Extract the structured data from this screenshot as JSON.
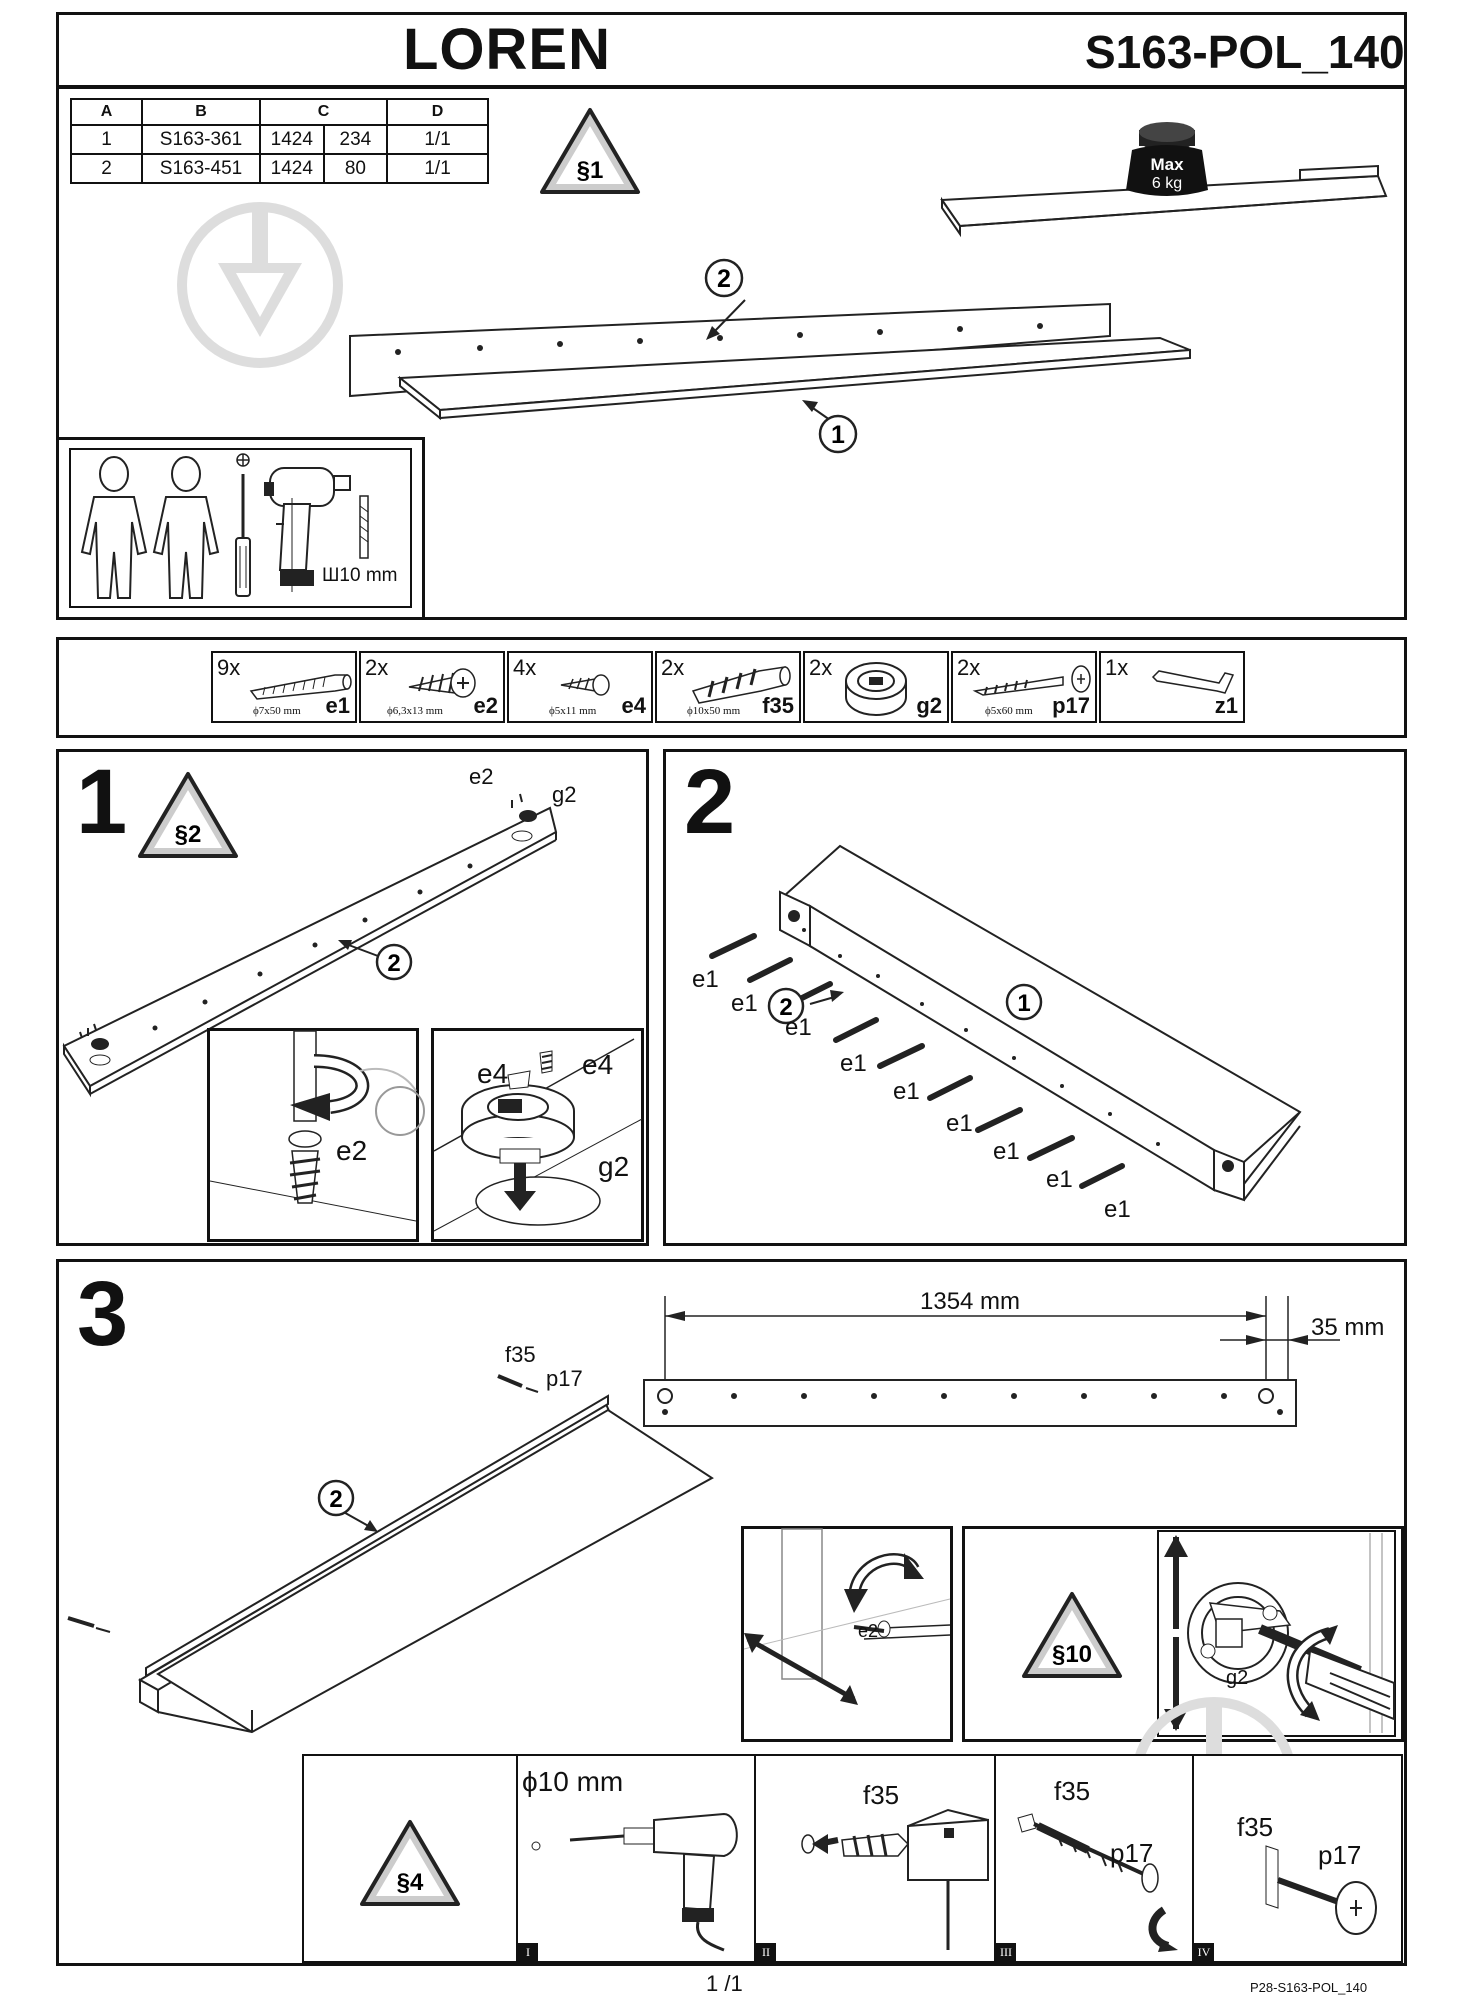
{
  "header": {
    "title": "LOREN",
    "code": "S163-POL_140"
  },
  "parts_table": {
    "headers": [
      "A",
      "B",
      "C",
      "D"
    ],
    "rows": [
      [
        "1",
        "S163-361",
        "1424",
        "234",
        "1/1"
      ],
      [
        "2",
        "S163-451",
        "1424",
        "80",
        "1/1"
      ]
    ]
  },
  "warnings": {
    "w1": "§1",
    "w2": "§2",
    "w4": "§4",
    "w10": "§10"
  },
  "load": {
    "max_label": "Max",
    "weight": "6 kg"
  },
  "overview": {
    "callout_2": "2",
    "callout_1": "1"
  },
  "tools": {
    "drill_bit": "Ш10 mm",
    "screwdriver_icon": "phillips-screwdriver-icon"
  },
  "hardware": [
    {
      "qty": "9x",
      "size": "ϕ7x50 mm",
      "code": "e1"
    },
    {
      "qty": "2x",
      "size": "ϕ6,3x13 mm",
      "code": "e2"
    },
    {
      "qty": "4x",
      "size": "ϕ5x11 mm",
      "code": "e4"
    },
    {
      "qty": "2x",
      "size": "ϕ10x50 mm",
      "code": "f35"
    },
    {
      "qty": "2x",
      "size": "",
      "code": "g2"
    },
    {
      "qty": "2x",
      "size": "ϕ5x60 mm",
      "code": "p17"
    },
    {
      "qty": "1x",
      "size": "",
      "code": "z1"
    }
  ],
  "step1": {
    "number": "1",
    "labels": {
      "e2_top": "e2",
      "g2_top": "g2",
      "callout": "2",
      "e2_detail": "e2",
      "e4_left": "e4",
      "e4_right": "e4",
      "g2_detail": "g2"
    }
  },
  "step2": {
    "number": "2",
    "callout_2": "2",
    "callout_1": "1",
    "e1_labels": [
      "e1",
      "e1",
      "e1",
      "e1",
      "e1",
      "e1",
      "e1",
      "e1",
      "e1"
    ]
  },
  "step3": {
    "number": "3",
    "dim_main": "1354 mm",
    "dim_edge": "35 mm",
    "f35": "f35",
    "p17": "p17",
    "callout_2": "2",
    "e2": "e2",
    "g2": "g2",
    "drill": "ϕ10 mm",
    "sub_f35_a": "f35",
    "sub_f35_b": "f35",
    "sub_p17_a": "p17",
    "sub_f35_c": "f35",
    "sub_p17_b": "p17",
    "roman": [
      "I",
      "II",
      "III",
      "IV"
    ]
  },
  "footer": {
    "page": "1 /1",
    "ref": "P28-S163-POL_140"
  }
}
